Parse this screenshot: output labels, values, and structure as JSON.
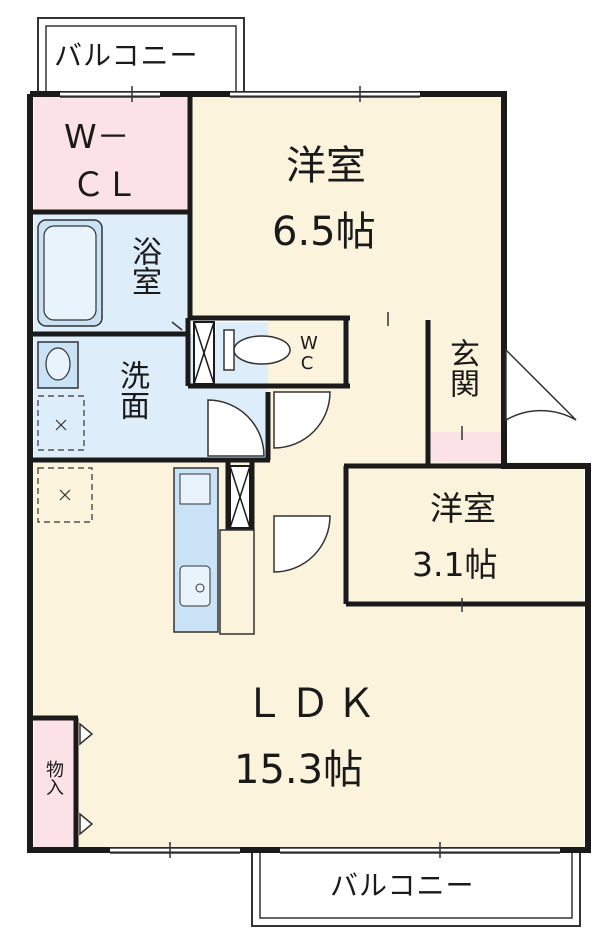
{
  "balcony": {
    "top": "バルコニー",
    "bottom": "バルコニー"
  },
  "rooms": {
    "wcl": {
      "line1": "W－",
      "line2": "ＣＬ"
    },
    "western1": {
      "name": "洋室",
      "size": "6.5帖"
    },
    "bath": {
      "name": "浴室"
    },
    "wc": {
      "name": "WC"
    },
    "wash": {
      "name": "洗面"
    },
    "entrance": {
      "name": "玄関"
    },
    "western2": {
      "name": "洋室",
      "size": "3.1帖"
    },
    "ldk": {
      "name": "ＬＤＫ",
      "size": "15.3帖"
    },
    "storage": {
      "name": "物入"
    }
  },
  "colors": {
    "wall": "#1a1a1a",
    "room_beige": "#fbf3dc",
    "closet_pink": "#fbe2e6",
    "wet_blue": "#ddeefa",
    "fixture_blue": "#c9e2f5"
  }
}
